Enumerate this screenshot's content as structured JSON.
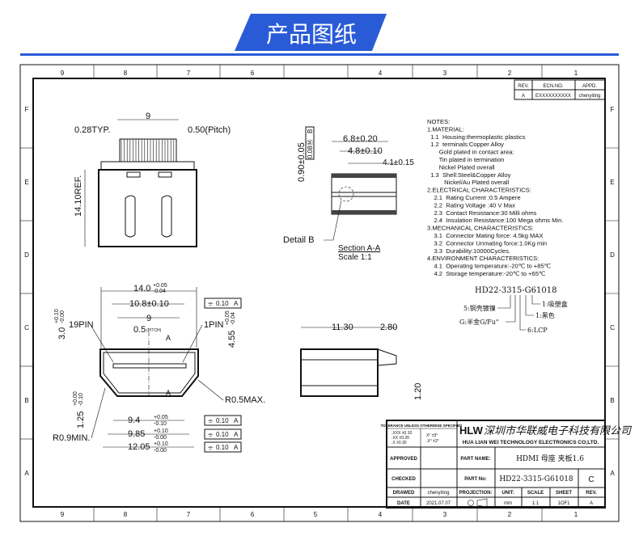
{
  "header": {
    "title": "产品图纸",
    "accent": "#2a5bd7"
  },
  "grid": {
    "columns_top": [
      "9",
      "8",
      "7",
      "6",
      "4",
      "3",
      "2",
      "1"
    ],
    "columns_bottom": [
      "9",
      "8",
      "7",
      "6",
      "5",
      "4",
      "3",
      "2",
      "1"
    ],
    "rows": [
      "F",
      "E",
      "D",
      "C",
      "B",
      "A"
    ]
  },
  "revision": {
    "headers": [
      "REV.",
      "ECN.NO.",
      "APPD."
    ],
    "row": [
      "A",
      "EXXXXXXXXXX",
      "chenyiting"
    ]
  },
  "top_view": {
    "dim_9": "9",
    "dim_028": "0.28TYP.",
    "dim_pitch": "0.50(Pitch)",
    "dim_height": "14.10REF."
  },
  "section": {
    "d68": "6.8±0.20",
    "d48": "4.8±0.10",
    "d41": "4.1±0.15",
    "d090": "0.90±0.05",
    "fcf": [
      "⌯",
      "0.08Ⓜ",
      "B"
    ],
    "detail": "Detail B",
    "title": "Section A-A",
    "scale": "Scale 1:1"
  },
  "front_view": {
    "d14": "14.0",
    "d14_tol": [
      "+0.05",
      "-0.04"
    ],
    "d108": "10.8±0.10",
    "d9": "9",
    "d05": "0.5",
    "d05_note": "(PITCH)",
    "pin19": "19PIN",
    "pin1": "1PIN",
    "d30": "3.0",
    "d30_tol": [
      "+0.10",
      "-0.00"
    ],
    "d455": "4.55",
    "d455_tol": [
      "+0.05",
      "-0.04"
    ],
    "d125": "1.25",
    "d125_tol": [
      "+0.00",
      "-0.10"
    ],
    "r05": "R0.5MAX.",
    "r09": "R0.9MIN.",
    "d94": "9.4",
    "d94_tol": [
      "+0.05",
      "-0.10"
    ],
    "d985": "9.85",
    "d985_tol": [
      "+0.10",
      "-0.00"
    ],
    "d1205": "12.05",
    "d1205_tol": [
      "+0.10",
      "-0.00"
    ],
    "sec": "A",
    "fcf": [
      "⌯",
      "0.10",
      "A"
    ]
  },
  "side_view": {
    "d1130": "11.30",
    "d280": "2.80",
    "d120": "1.20"
  },
  "notes": [
    "NOTES:",
    "1.MATERIAL:",
    "  1.1  Housing:thermoplastic plastics",
    "  1.2  terminals:Copper Alloy",
    "       Gold plated in contact area:",
    "       Tin plated in termination",
    "       Nickel Plated overall",
    "  1.3  Shell:Steel&Copper Alloy",
    "          Nickel/Au Plated overall",
    "2.ELECTRICAL CHARACTERISTICS:",
    "    2.1  Rating Current :0.5 Ampere",
    "    2.2  Rating Voltage :40 V Max",
    "    2.3  Contact Resistance:30 Milli ohms",
    "    2.4  Insulation Resistance:100 Mega ohms Min.",
    "3.MECHANICAL CHARACTERISTICS:",
    "    3.1  Connector Mating force: 4.5kg MAX",
    "    3.2  Connector Unmating force:1.0Kg min",
    "    3.3  Durability:10000Cycles.",
    "4.ENVIRONMENT CHARACTERISTICS:",
    "    4.1  Operating temperature:-20℃ to +85℃",
    "    4.2  Storage temperature:-20℃ to +65℃"
  ],
  "part_code": {
    "code": "HD22-3315-G61018",
    "legend": [
      "1:吸塑盒",
      "1:黑色",
      "6:LCP",
      "G:半金G/Fu\"",
      "5:铜壳镀镍"
    ]
  },
  "title_block": {
    "tolerance_title": "TOLERANCE UNLESS OTHERWISE SPECIFIED",
    "tol": [
      ".XXX ±0.10",
      ".XX ±0.20",
      ".X ±0.30"
    ],
    "tol_ang": [
      "X° ±3°",
      ".X° ±2°"
    ],
    "logo": "HLW",
    "company_cn": "深圳市华联威电子科技有限公司",
    "company_en": "HUA LIAN WEI TECHNOLOGY ELECTRONICS CO;LTD.",
    "approved": "APPROVED",
    "checked": "CHECKED",
    "drawed": "DRAWED",
    "drawed_by": "chenyiting",
    "date_label": "DATE",
    "date": "2021.07.07",
    "part_name_label": "PART NAME:",
    "part_name": "HDMI 母座 夹板1.6",
    "part_no_label": "PART No:",
    "part_no": "HD22-3315-G61018",
    "rev_code": "C",
    "projection": "PROJECTION:",
    "unit_label": "UNIT:",
    "unit": "mm",
    "scale_label": "SCALE",
    "scale": "1:1",
    "sheet_label": "SHEET",
    "sheet": "1OF1",
    "rev_label": "REV.",
    "rev": "A"
  }
}
